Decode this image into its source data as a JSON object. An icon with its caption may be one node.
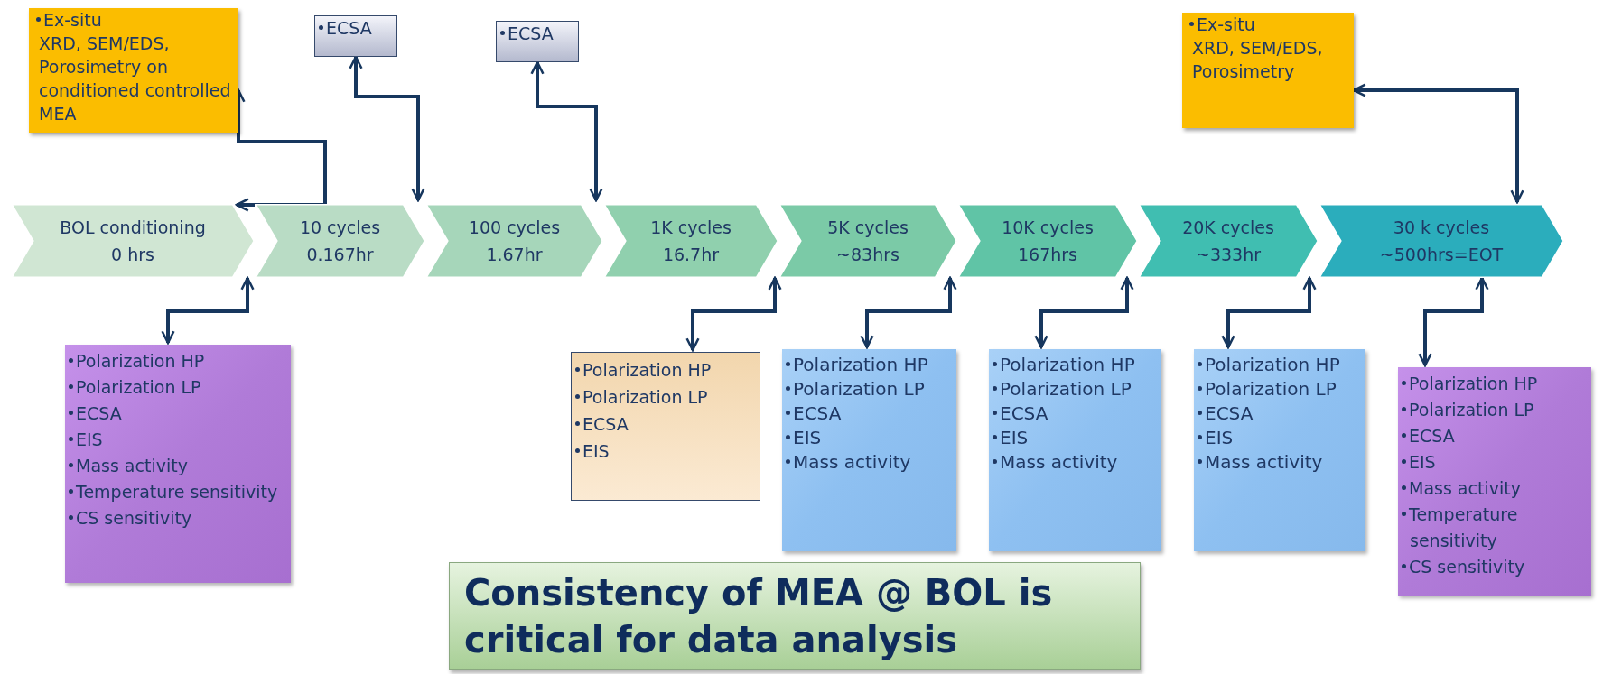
{
  "diagram": {
    "nodes": [
      {
        "text": [
          "Ex-situ",
          "XRD, SEM/EDS, Porosimetry on conditioned controlled MEA"
        ]
      },
      {
        "text": [
          "ECSA"
        ]
      },
      {
        "text": [
          "ECSA"
        ]
      },
      {
        "text": [
          "Ex-situ",
          "XRD, SEM/EDS, Porosimetry"
        ]
      },
      {
        "text": [
          "BOL conditioning",
          "0 hrs"
        ]
      },
      {
        "text": [
          "10 cycles",
          "0.167hr"
        ]
      },
      {
        "text": [
          "100 cycles",
          "1.67hr"
        ]
      },
      {
        "text": [
          "1K cycles",
          "16.7hr"
        ]
      },
      {
        "text": [
          "5K cycles",
          "~83hrs"
        ]
      },
      {
        "text": [
          "10K cycles",
          "167hrs"
        ]
      },
      {
        "text": [
          "20K cycles",
          "~333hr"
        ]
      },
      {
        "text": [
          "30 k cycles",
          "~500hrs=EOT"
        ]
      },
      {
        "text": [
          "Polarization HP",
          "Polarization LP",
          "ECSA",
          "EIS",
          "Mass activity",
          "Temperature sensitivity",
          "CS sensitivity"
        ]
      },
      {
        "text": [
          "Polarization HP",
          "Polarization LP",
          "ECSA",
          "EIS"
        ]
      },
      {
        "text": [
          "Polarization HP",
          "Polarization LP",
          "ECSA",
          "EIS",
          "Mass activity"
        ]
      },
      {
        "text": [
          "Polarization HP",
          "Polarization LP",
          "ECSA",
          "EIS",
          "Mass activity"
        ]
      },
      {
        "text": [
          "Polarization HP",
          "Polarization LP",
          "ECSA",
          "EIS",
          "Mass activity"
        ]
      },
      {
        "text": [
          "Polarization HP",
          "Polarization LP",
          "ECSA",
          "EIS",
          "Mass activity",
          "Temperature sensitivity",
          "CS sensitivity"
        ]
      },
      {
        "text": [
          "Consistency of MEA @ BOL is critical for data analysis"
        ]
      }
    ],
    "edges": [
      {
        "from": 0,
        "to": 4,
        "arrow": "both"
      },
      {
        "from": 1,
        "to": 5,
        "arrow": "both"
      },
      {
        "from": 2,
        "to": 6,
        "arrow": "both"
      },
      {
        "from": 3,
        "to": 11,
        "arrow": "both"
      },
      {
        "from": 4,
        "to": 12,
        "arrow": "both"
      },
      {
        "from": 7,
        "to": 13,
        "arrow": "both"
      },
      {
        "from": 8,
        "to": 14,
        "arrow": "both"
      },
      {
        "from": 9,
        "to": 15,
        "arrow": "both"
      },
      {
        "from": 10,
        "to": 16,
        "arrow": "both"
      },
      {
        "from": 11,
        "to": 17,
        "arrow": "both"
      }
    ]
  }
}
